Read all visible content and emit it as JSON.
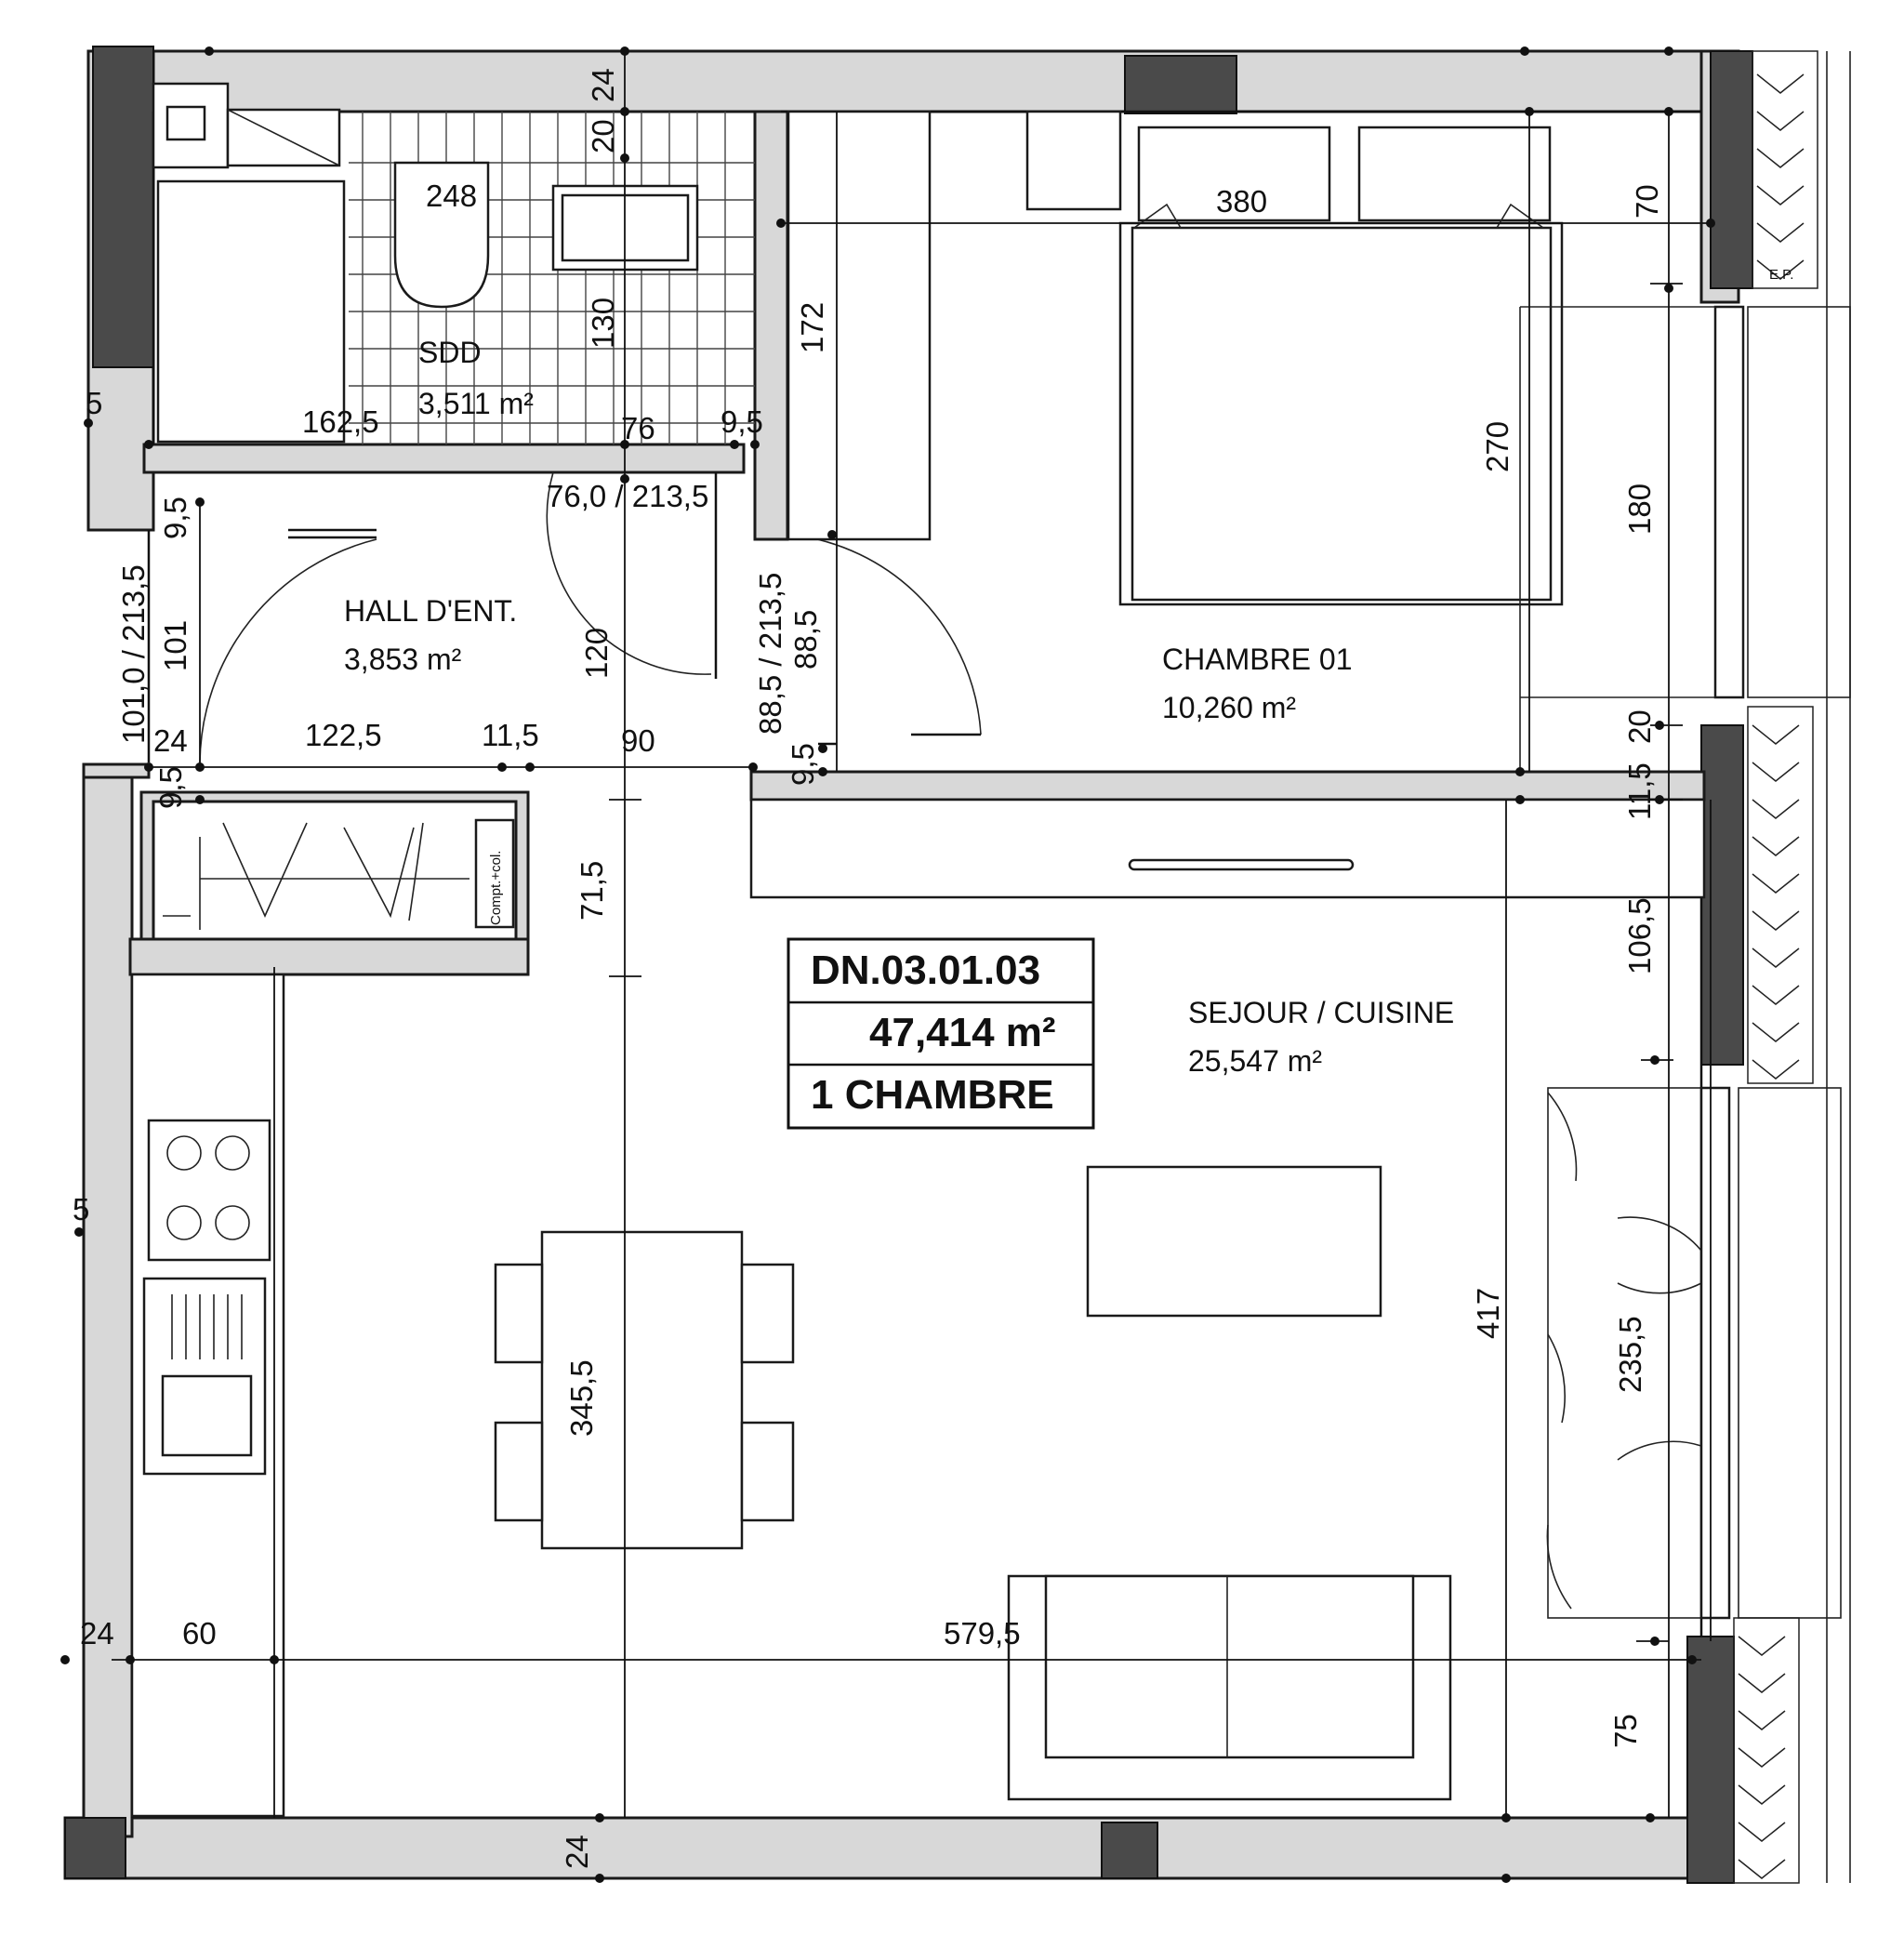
{
  "title_block": {
    "ref": "DN.03.01.03",
    "total_area": "47,414 m²",
    "type": "1 CHAMBRE"
  },
  "rooms": {
    "sdd": {
      "name": "SDD",
      "area": "3,511 m²"
    },
    "hall": {
      "name": "HALL D'ENT.",
      "area": "3,853 m²"
    },
    "chambre": {
      "name": "CHAMBRE 01",
      "area": "10,260 m²"
    },
    "sejour": {
      "name": "SEJOUR / CUISINE",
      "area": "25,547 m²"
    }
  },
  "labels": {
    "ep": "E.P.",
    "compteur": "Compt.+col."
  },
  "dimensions": {
    "d24_top": "24",
    "d20_top": "20",
    "d248": "248",
    "d130": "130",
    "d162_5": "162,5",
    "d76": "76",
    "d9_5_sdd": "9,5",
    "d76_213": "76,0 / 213,5",
    "d5_left": "5",
    "d172": "172",
    "d380": "380",
    "d70": "70",
    "d270": "270",
    "d180": "180",
    "d20_right": "20",
    "d11_5_right": "11,5",
    "d106_5": "106,5",
    "d9_5_hall": "9,5",
    "d101_213": "101,0 / 213,5",
    "d101": "101",
    "d24_hall": "24",
    "d122_5": "122,5",
    "d11_5_hall": "11,5",
    "d90": "90",
    "d88_5_213": "88,5 / 213,5",
    "d88_5": "88,5",
    "d9_5_ch": "9,5",
    "d120": "120",
    "d9_5_cab": "9,5",
    "d71_5": "71,5",
    "d5_kitchen": "5",
    "d345_5": "345,5",
    "d417": "417",
    "d235_5": "235,5",
    "d24_bottom_left": "24",
    "d60": "60",
    "d579_5": "579,5",
    "d75": "75",
    "d24_bottom": "24"
  }
}
